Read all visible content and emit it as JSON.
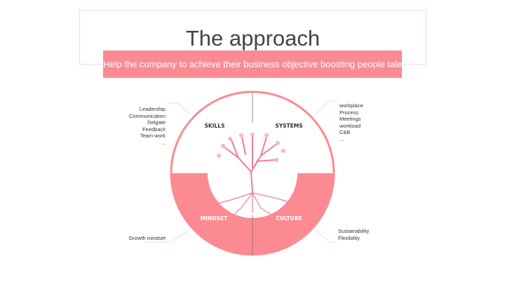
{
  "title": "The approach",
  "banner": "Help the company to achieve their business objective boosting people talent",
  "quadrants": {
    "skills": {
      "label": "SKILLS",
      "items": [
        "Leadership",
        "Communication",
        "Delgate",
        "Feedback",
        "Team work",
        "..."
      ]
    },
    "systems": {
      "label": "SYSTEMS",
      "items": [
        "workplace",
        "Process",
        "Meetings",
        "workload",
        "C&B",
        "..."
      ]
    },
    "mindset": {
      "label": "MINDSET",
      "items": [
        "Growth mindset"
      ]
    },
    "culture": {
      "label": "CULTURE",
      "items": [
        "Sustainability",
        "Flexibility"
      ]
    }
  },
  "colors": {
    "accent": "#fc8a92",
    "tree": "#f27a9a",
    "divider": "#8a6a6a"
  }
}
